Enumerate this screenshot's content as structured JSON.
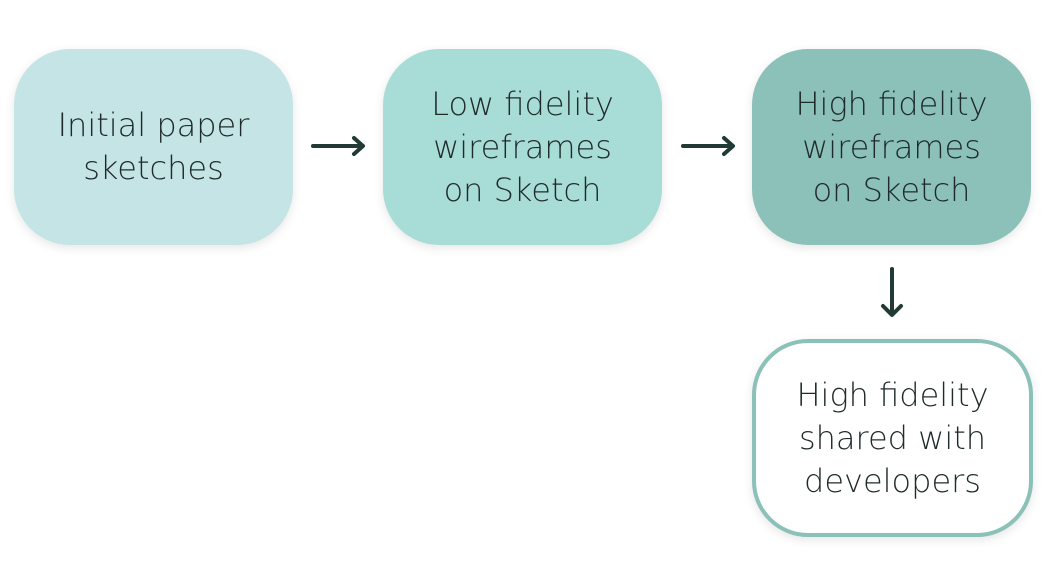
{
  "diagram": {
    "nodes": [
      {
        "id": "initial-paper-sketches",
        "label": "Initial paper\nsketches",
        "fill": "#c4e4e5"
      },
      {
        "id": "low-fidelity-wireframes",
        "label": "Low fidelity\nwireframes\non Sketch",
        "fill": "#a8dcd6"
      },
      {
        "id": "high-fidelity-wireframes",
        "label": "High fidelity\nwireframes\non Sketch",
        "fill": "#8bc1b8"
      },
      {
        "id": "high-fidelity-shared",
        "label": "High fidelity\nshared with\ndevelopers",
        "fill": "#ffffff",
        "border": "#8bc1b8"
      }
    ],
    "edges": [
      {
        "from": "initial-paper-sketches",
        "to": "low-fidelity-wireframes",
        "direction": "right"
      },
      {
        "from": "low-fidelity-wireframes",
        "to": "high-fidelity-wireframes",
        "direction": "right"
      },
      {
        "from": "high-fidelity-wireframes",
        "to": "high-fidelity-shared",
        "direction": "down"
      }
    ],
    "colors": {
      "arrow": "#223a36",
      "text": "#1f2a2a"
    }
  }
}
